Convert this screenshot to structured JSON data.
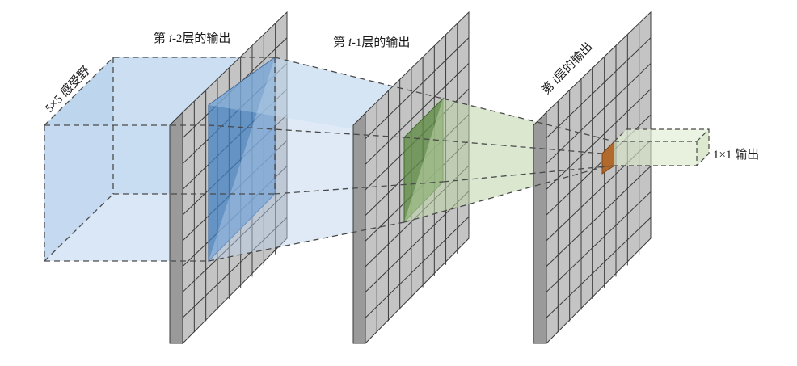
{
  "labels": {
    "layer_i_minus_2": {
      "prefix": "第 ",
      "var": "i",
      "suffix": "-2层的输出"
    },
    "layer_i_minus_1": {
      "prefix": "第 ",
      "var": "i",
      "suffix": "-1层的输出"
    },
    "layer_i": {
      "prefix": "第 ",
      "var": "i",
      "suffix": "层的输出"
    },
    "receptive_field": "5×5 感受野",
    "output_1x1": "1×1 输出"
  },
  "grid": {
    "rows": 9,
    "cols": 9,
    "receptive_cells": 5
  },
  "colors": {
    "plate_front": "#c4c4c4",
    "plate_side": "#9a9a9a",
    "grid_line": "#3a3a3a",
    "blue_volume": "#b7d1ec",
    "blue_patch": "#3f7fc4",
    "green_volume": "#bdd6a8",
    "green_patch": "#5f8c45",
    "output_cell": "#b26a2c",
    "dash": "#4a4a4a"
  }
}
